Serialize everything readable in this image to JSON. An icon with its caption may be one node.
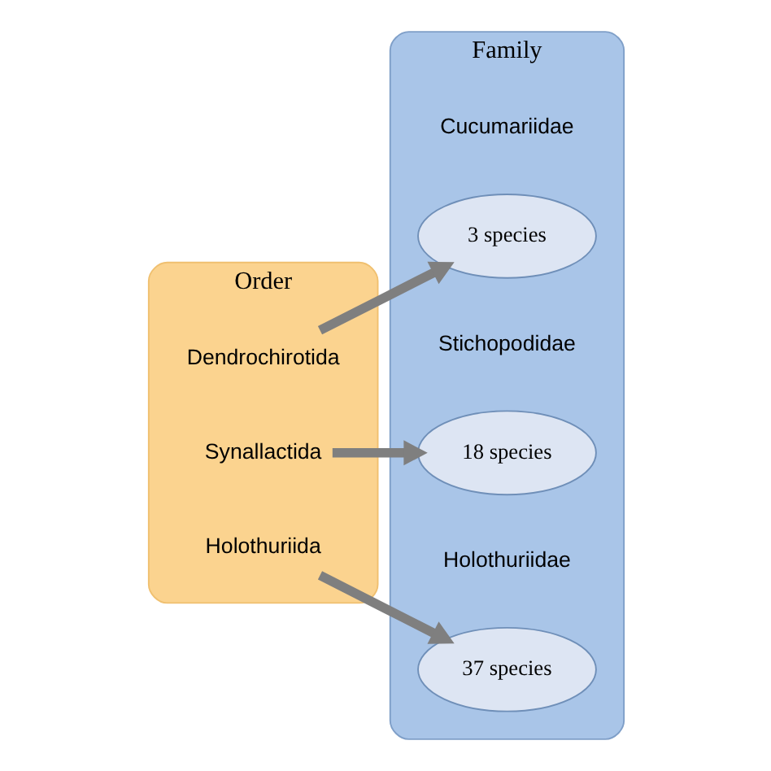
{
  "diagram": {
    "nodes": [
      {
        "text": [
          "Order"
        ]
      },
      {
        "text": [
          "Family"
        ]
      },
      {
        "text": [
          "Holothuriida"
        ],
        "in": 0
      },
      {
        "text": [
          "Synallactida"
        ],
        "in": 0
      },
      {
        "text": [
          "Dendrochirotida"
        ],
        "in": 0
      },
      {
        "text": [
          "37 species"
        ],
        "beside": [
          "Holothuriidae"
        ],
        "in": 1
      },
      {
        "text": [
          "18 species"
        ],
        "beside": [
          "Stichopodidae"
        ],
        "in": 1
      },
      {
        "text": [
          "3 species"
        ],
        "beside": [
          "Cucumariidae"
        ],
        "in": 1
      }
    ],
    "edges": [
      {
        "from": 2,
        "to": 5,
        "arrow": "to"
      },
      {
        "from": 3,
        "to": 6,
        "arrow": "to"
      },
      {
        "from": 4,
        "to": 7,
        "arrow": "to"
      }
    ]
  }
}
